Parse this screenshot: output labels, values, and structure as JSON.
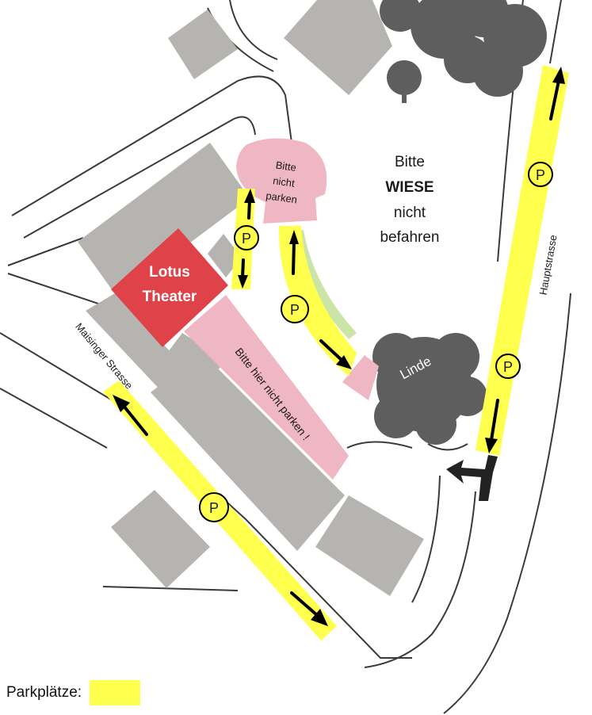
{
  "colors": {
    "parking": "#ffff4d",
    "no_parking": "#efb7c3",
    "building": "#b5b4b0",
    "theater": "#e0424a",
    "tree": "#5e5e5e",
    "road_line": "#3a3a3a",
    "grass": "#8cc63f"
  },
  "labels": {
    "theater_line1": "Lotus",
    "theater_line2": "Theater",
    "bubble_line1": "Bitte",
    "bubble_line2": "nicht",
    "bubble_line3": "parken",
    "wiese_line1": "Bitte",
    "wiese_line2": "WIESE",
    "wiese_line3": "nicht",
    "wiese_line4": "befahren",
    "pink_strip": "Bitte hier nicht parken !",
    "tree": "Linde",
    "street_left": "Maisinger Strasse",
    "street_right": "Hauptstrasse",
    "parking_symbol": "P"
  },
  "legend": {
    "label": "Parkplätze:"
  }
}
